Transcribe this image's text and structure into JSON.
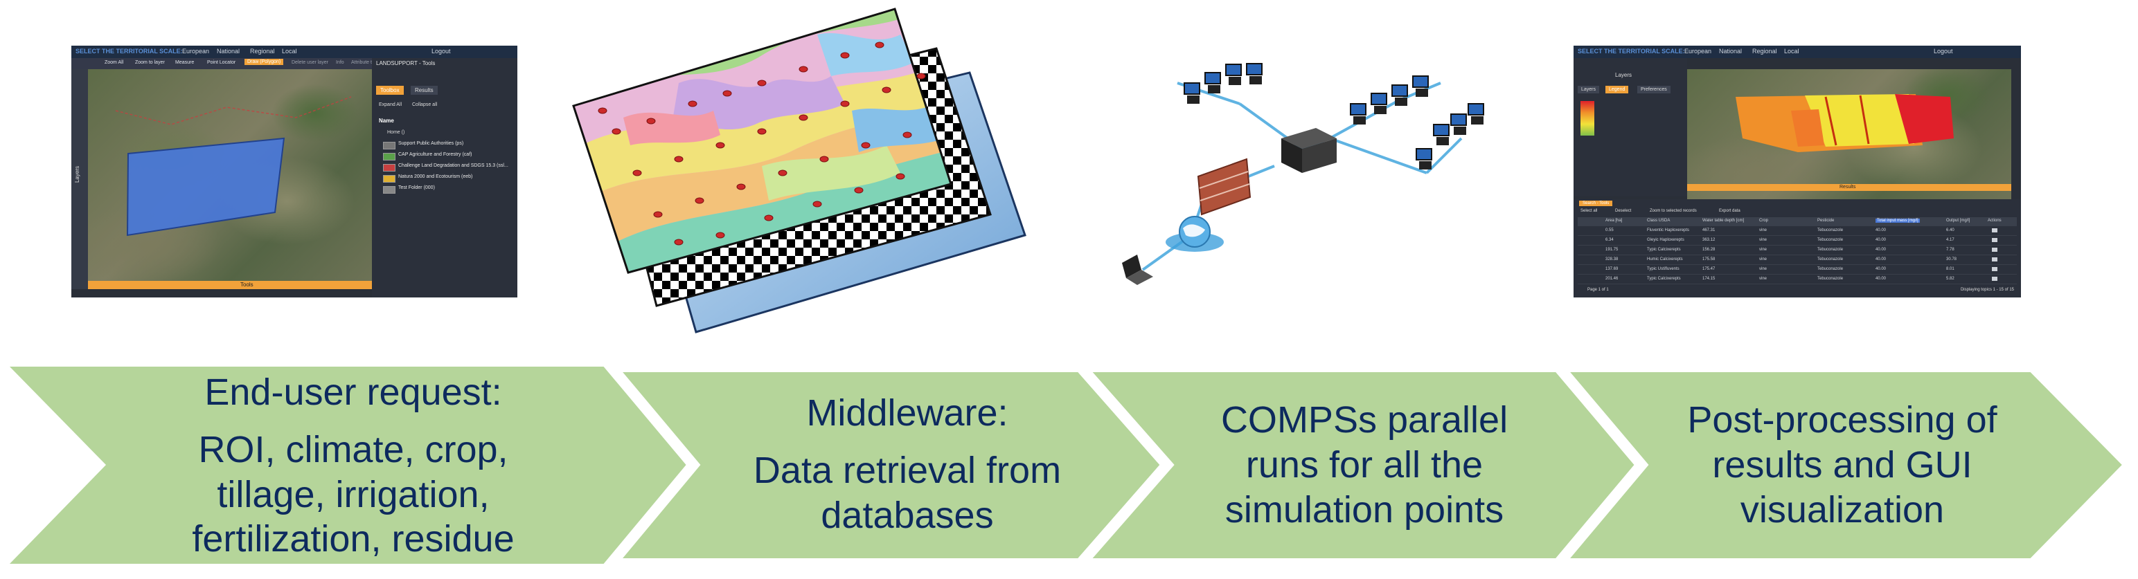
{
  "steps": [
    {
      "heading": "End-user request:",
      "lines": [
        "ROI, climate, crop,",
        "tillage, irrigation,",
        "fertilization, residue"
      ]
    },
    {
      "heading": "Middleware:",
      "lines": [
        "Data retrieval from",
        "databases"
      ]
    },
    {
      "lines": [
        "COMPSs parallel",
        "runs for all the",
        "simulation points"
      ]
    },
    {
      "lines": [
        "Post-processing of",
        "results and GUI",
        "visualization"
      ]
    }
  ],
  "screenshot_1": {
    "scale_label": "SELECT THE TERRITORIAL SCALE:",
    "scale_options": [
      "European",
      "National",
      "Regional",
      "Local"
    ],
    "toolbar": [
      "Zoom All",
      "Zoom to layer",
      "Measure",
      "Point Locator",
      "Draw (Polygon)",
      "Delete user layer",
      "Info",
      "Attribute table"
    ],
    "side_panel_title": "LANDSUPPORT - Tools",
    "side_tabs": [
      "Toolbox",
      "Results"
    ],
    "side_actions": [
      "Expand All",
      "Collapse all"
    ],
    "tree_header": "Name",
    "tree_root": "Home ()",
    "tree_items": [
      "Support Public Authorities (ps)",
      "CAP Agriculture and Forestry (caf)",
      "Challenge Land Degradation and SDGS 15.3 (ssl...",
      "Natura 2000 and Ecotourism (eeb)",
      "Test Folder (000)"
    ],
    "layers_label": "Layers",
    "tools_label": "Tools",
    "logout": "Logout",
    "colors": {
      "polygon": "#4a78d6",
      "accent": "#f2a23a",
      "header": "#1f2e44"
    }
  },
  "screenshot_2": {
    "scale_label": "SELECT THE TERRITORIAL SCALE:",
    "scale_options": [
      "European",
      "National",
      "Regional",
      "Local"
    ],
    "logout": "Logout",
    "left_tabs": [
      "Layers",
      "Legend",
      "Preferences"
    ],
    "layers_label": "Layers",
    "results_label": "Results",
    "results_tab": "Search - Tools",
    "result_actions": [
      "Select all",
      "Deselect",
      "Zoom to selected records",
      "Export data"
    ],
    "columns": [
      "Area [ha]",
      "Class USDA",
      "Water table depth [cm]",
      "Crop",
      "Pesticide",
      "Total input mass [mg/l]",
      "Output [mg/l]",
      "Actions"
    ],
    "rows": [
      [
        "0.55",
        "Fluventic Haploxerepts",
        "467.31",
        "vine",
        "Tebuconazole",
        "40.00",
        "6.40"
      ],
      [
        "6.34",
        "Gleyic Haploxerepts",
        "363.12",
        "vine",
        "Tebuconazole",
        "40.00",
        "4.17"
      ],
      [
        "191.75",
        "Typic Calcixerepts",
        "156.28",
        "vine",
        "Tebuconazole",
        "40.00",
        "7.78"
      ],
      [
        "328.38",
        "Humic Calcixerepts",
        "175.58",
        "vine",
        "Tebuconazole",
        "40.00",
        "30.78"
      ],
      [
        "137.69",
        "Typic Ustifluvents",
        "175.47",
        "vine",
        "Tebuconazole",
        "40.00",
        "8.01"
      ],
      [
        "201.46",
        "Typic Calcixerepts",
        "174.15",
        "vine",
        "Tebuconazole",
        "40.00",
        "5.82"
      ]
    ],
    "pager": "Page 1 of 1",
    "display_info": "Displaying topics 1 - 15 of 15",
    "colors": {
      "accent": "#f2a23a",
      "red": "#e0202a",
      "yellow": "#f2e23a",
      "orange": "#f0902a"
    }
  },
  "colors": {
    "arrow_fill": "#b5d59a",
    "text": "#0d2a5e",
    "map_border": "#111111",
    "network_line": "#5fb3e2",
    "firewall": "#b0523a"
  },
  "icons": [
    "computer-icon",
    "server-icon",
    "firewall-icon",
    "globe-icon",
    "laptop-icon"
  ]
}
